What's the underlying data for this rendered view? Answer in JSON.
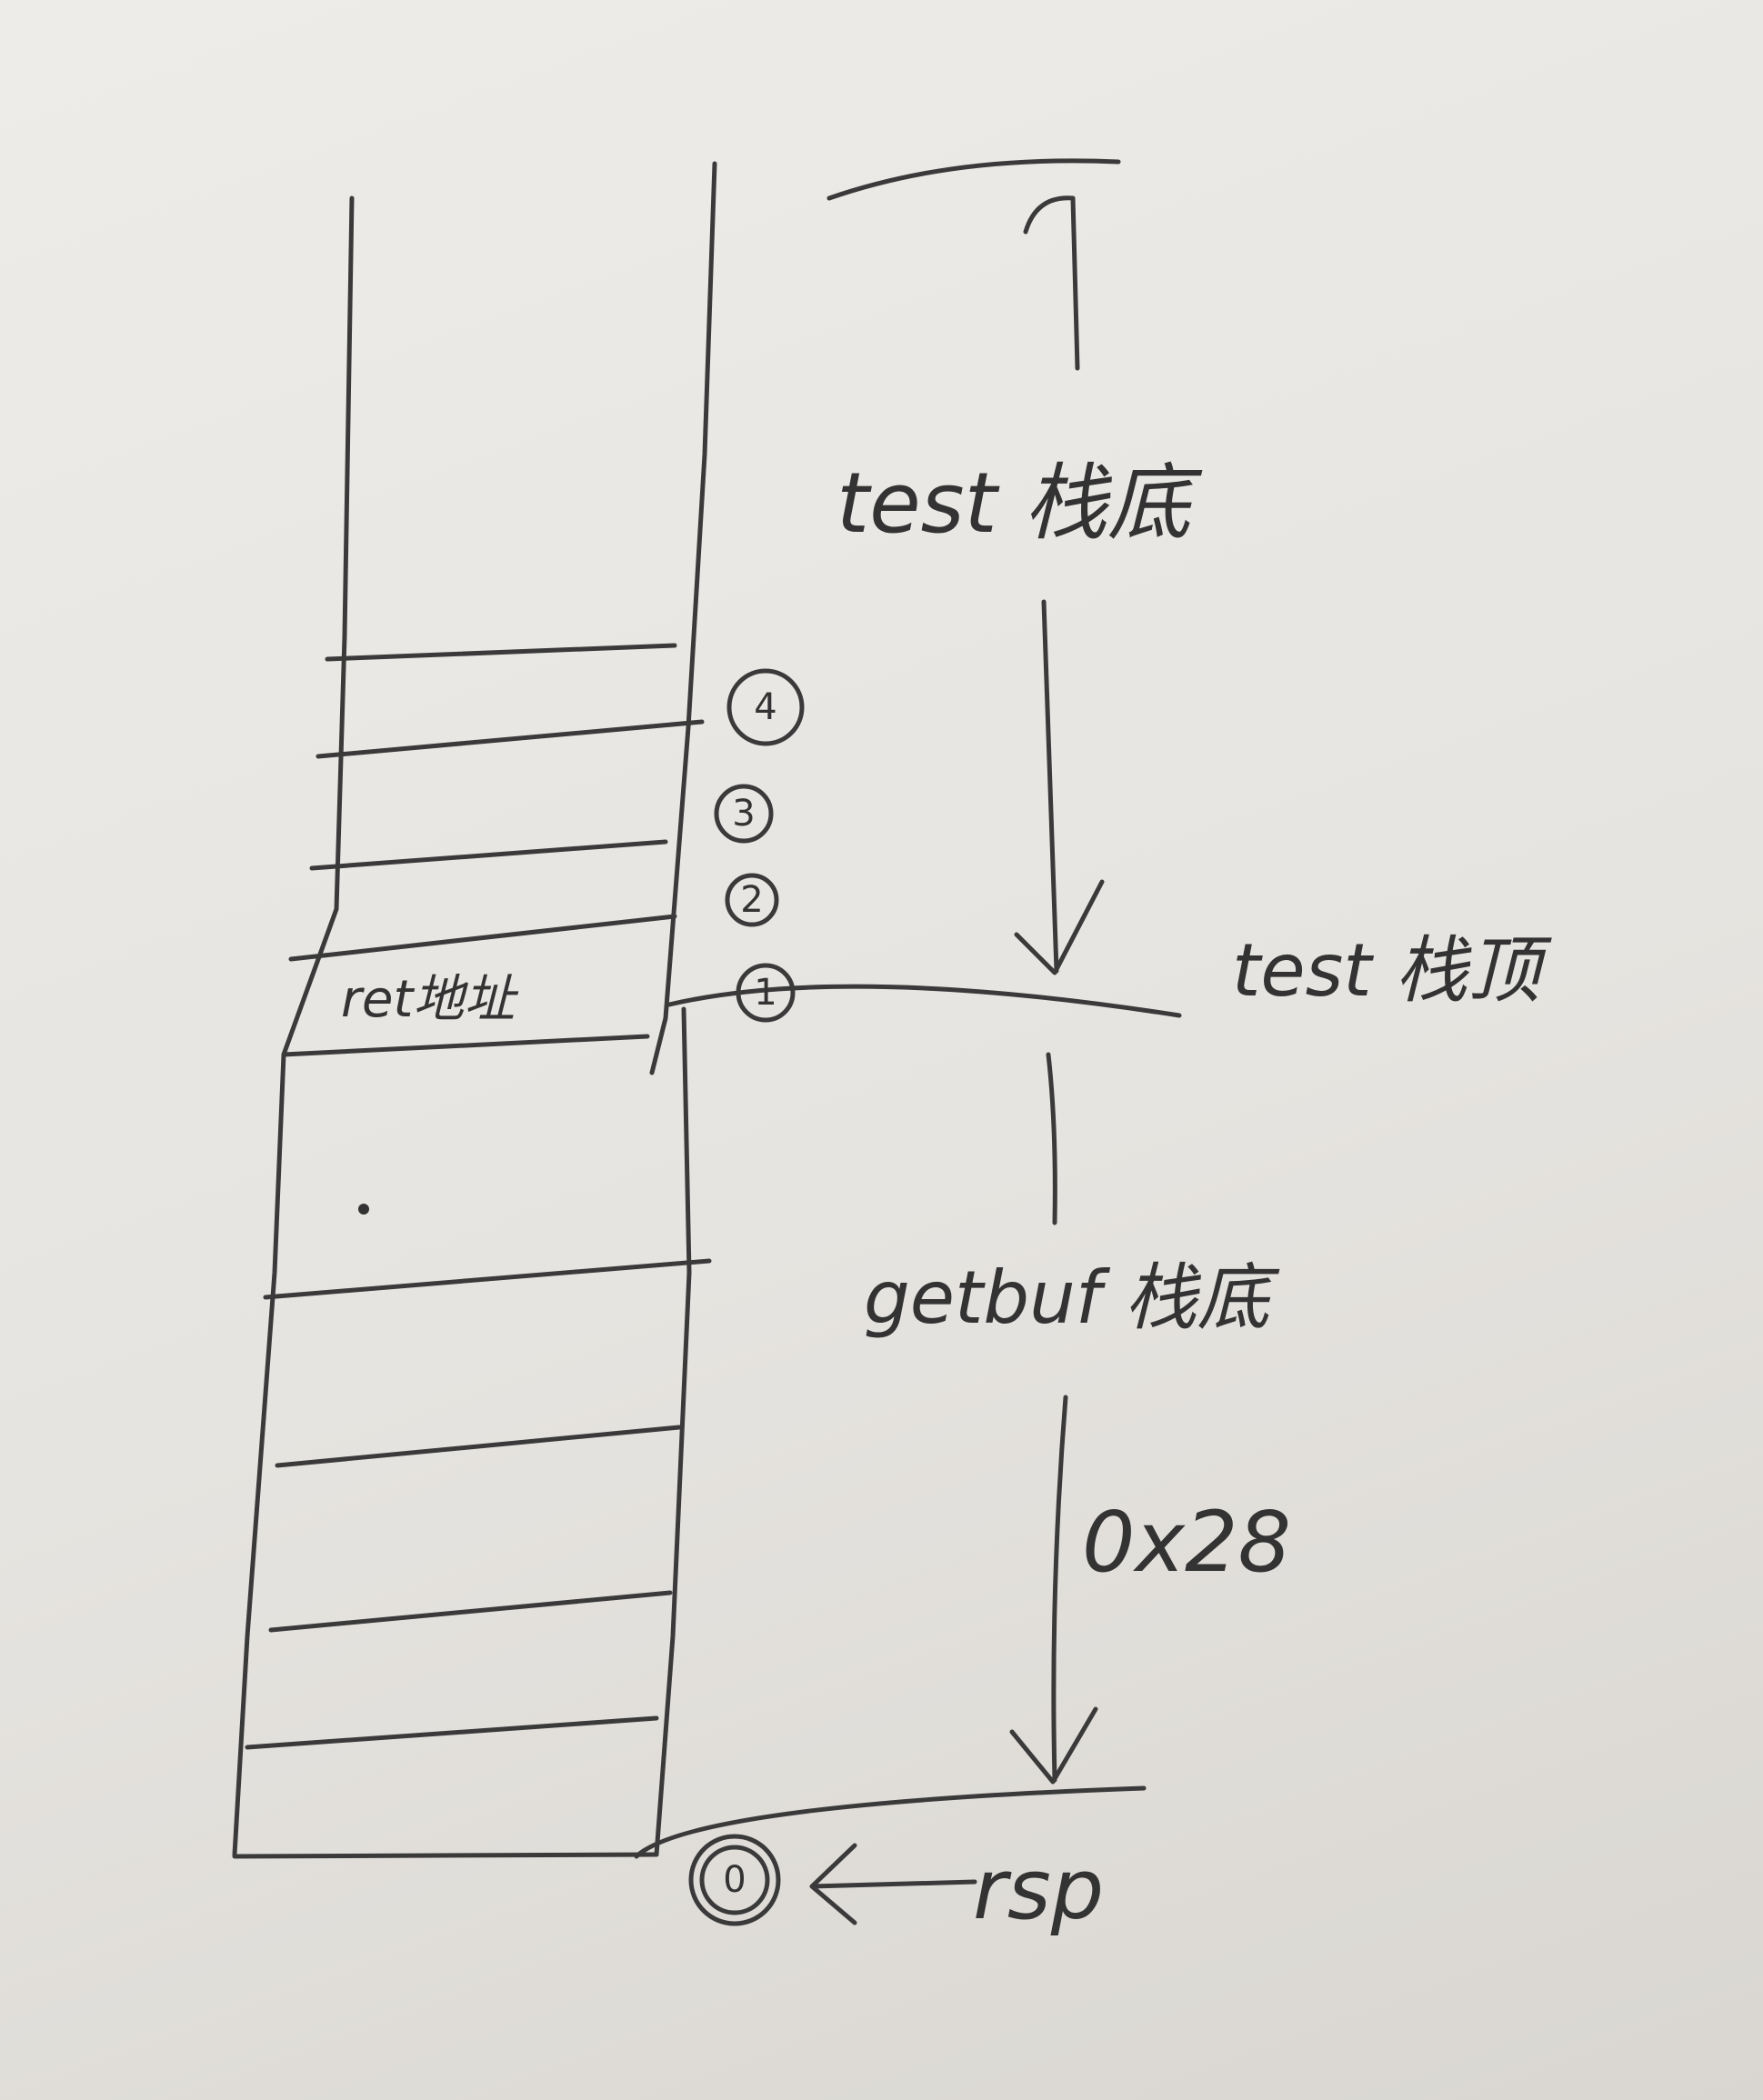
{
  "labels": {
    "test_stack_bottom": "test 栈底",
    "test_stack_top": "test 栈顶",
    "getbuf_stack_bottom": "getbuf 栈底",
    "offset": "0x28",
    "rsp": "rsp",
    "ret_address": "ret地址"
  },
  "markers": [
    "0",
    "1",
    "2",
    "3",
    "4"
  ],
  "colors": {
    "paper": "#ebe9e5",
    "ink": "#333333"
  }
}
